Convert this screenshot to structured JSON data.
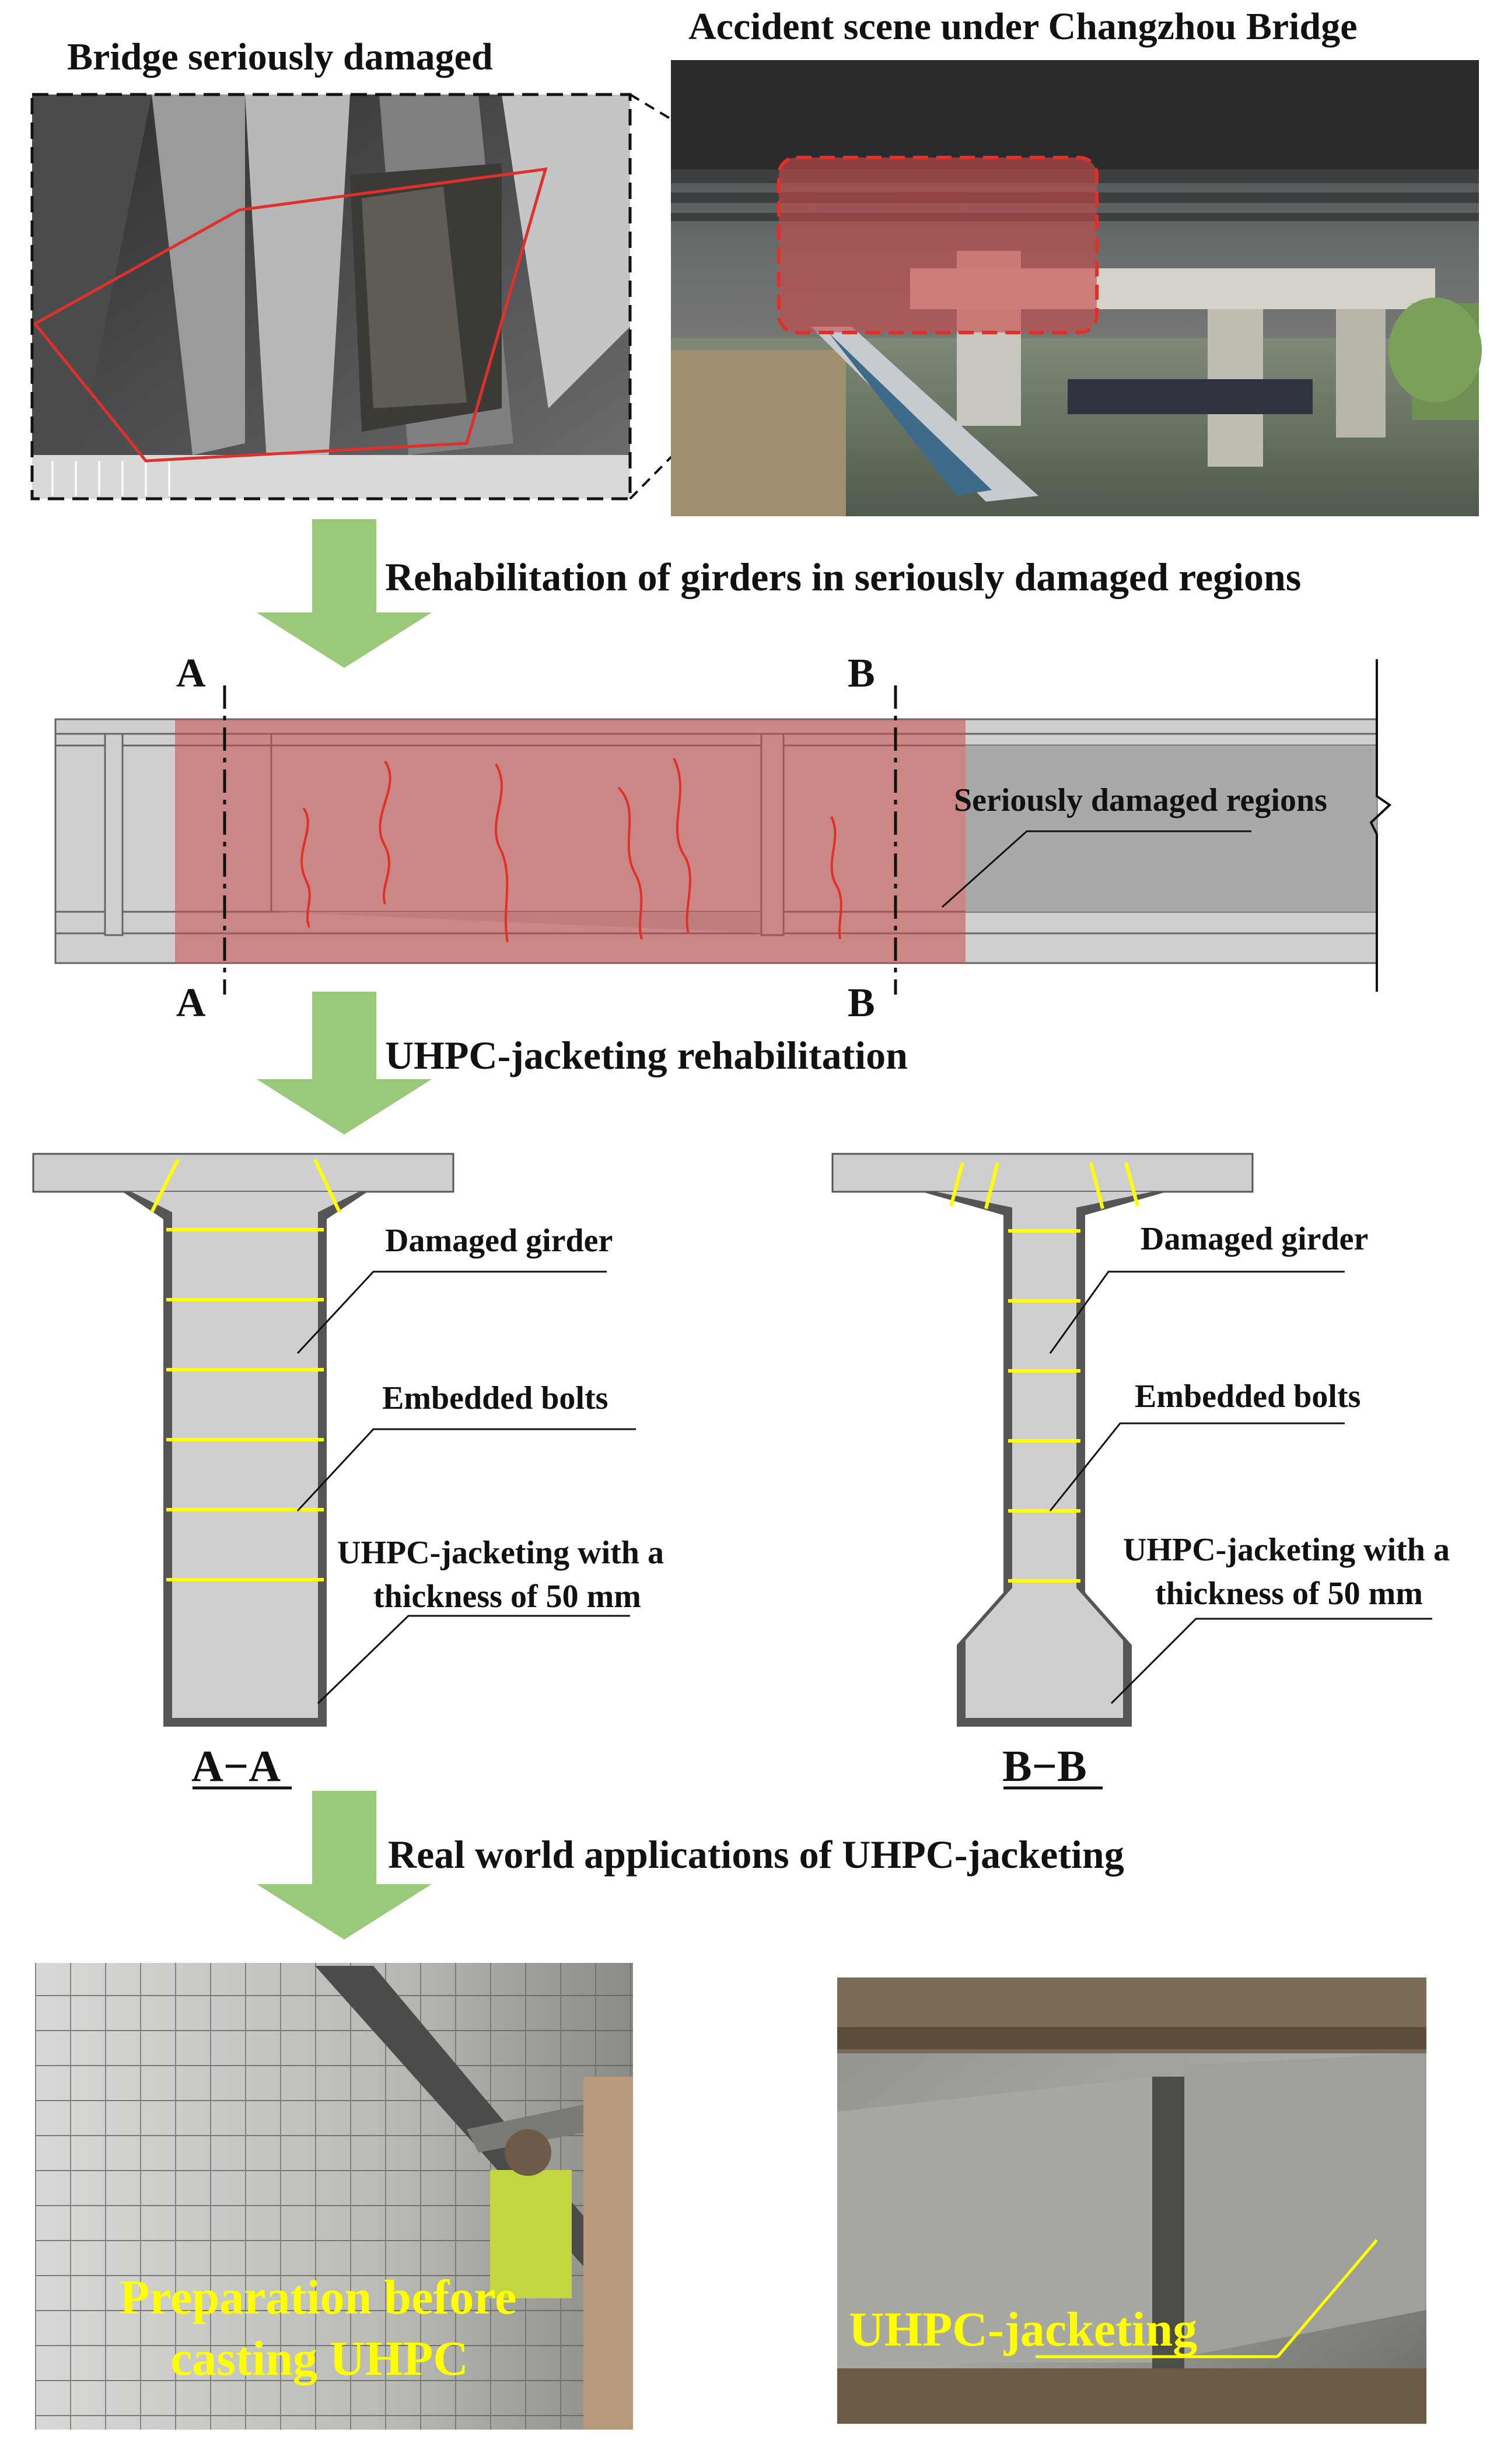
{
  "titles": {
    "damaged_photo": "Bridge seriously damaged",
    "scene_photo": "Accident scene under Changzhou Bridge"
  },
  "steps": {
    "step1": "Rehabilitation of girders in seriously damaged regions",
    "step2": "UHPC-jacketing rehabilitation",
    "step3": "Real world applications of UHPC-jacketing"
  },
  "elevation": {
    "section_a_top": "A",
    "section_a_bottom": "A",
    "section_b_top": "B",
    "section_b_bottom": "B",
    "damaged_regions_label": "Seriously damaged regions"
  },
  "section_aa": {
    "damaged_girder": "Damaged girder",
    "embedded_bolts": "Embedded bolts",
    "jacket_line1": "UHPC-jacketing with a",
    "jacket_line2": "thickness of 50 mm",
    "caption": "A−A"
  },
  "section_bb": {
    "damaged_girder": "Damaged girder",
    "embedded_bolts": "Embedded bolts",
    "jacket_line1": "UHPC-jacketing with a",
    "jacket_line2": "thickness of 50 mm",
    "caption": "B−B"
  },
  "photos": {
    "preparation_line1": "Preparation before",
    "preparation_line2": "casting UHPC",
    "jacketing": "UHPC-jacketing"
  },
  "colors": {
    "arrow": "#9bc97a",
    "damage_overlay": "#c94b4b",
    "bolt": "#ffff00",
    "concrete": "#cfcfcf",
    "jacket": "#555555",
    "photo_label": "#ffff00"
  }
}
